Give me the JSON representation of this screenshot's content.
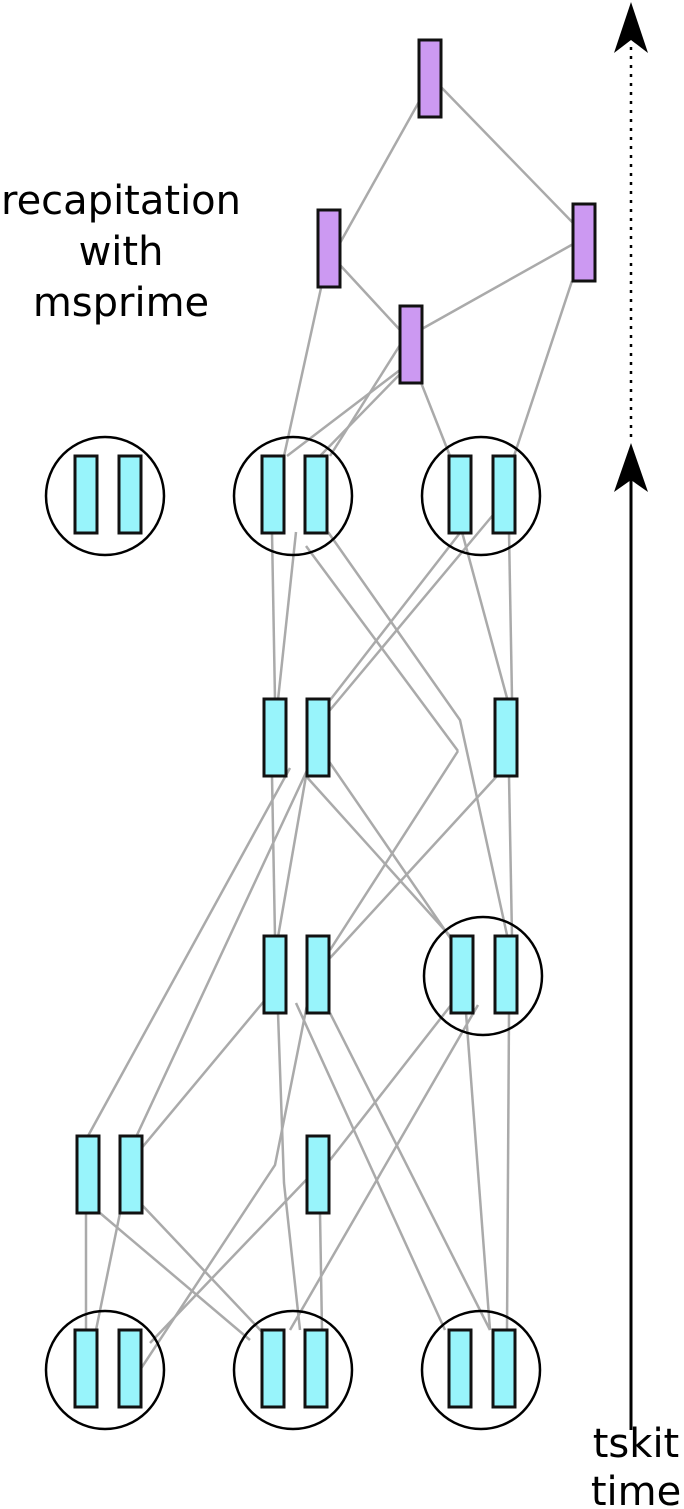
{
  "labels": {
    "recap_line1": "recapitation",
    "recap_line2": "with",
    "recap_line3": "msprime",
    "time_line1": "tskit",
    "time_line2": "time"
  },
  "colors": {
    "sampled_node": "#98f4fb",
    "recapitated_node": "#cc99f2",
    "edge": "#aaaaaa",
    "outline": "#000000"
  }
}
